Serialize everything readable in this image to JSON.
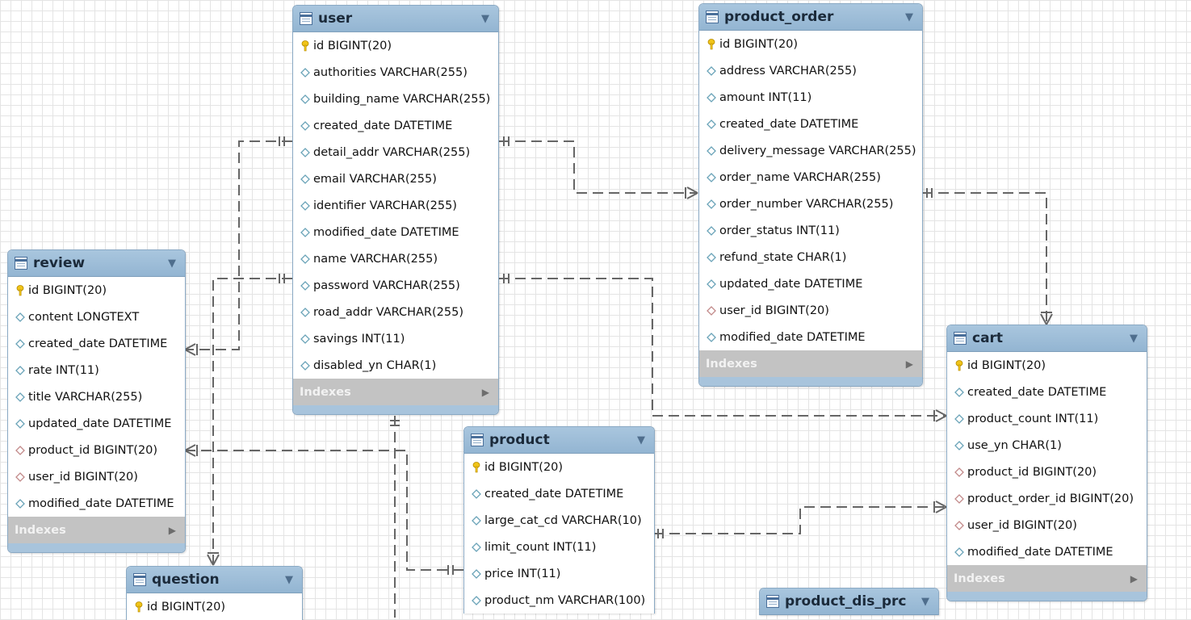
{
  "tables": [
    {
      "id": "user",
      "name": "user",
      "columns": [
        {
          "kind": "pk",
          "text": "id BIGINT(20)"
        },
        {
          "kind": "col",
          "text": "authorities VARCHAR(255)"
        },
        {
          "kind": "col",
          "text": "building_name VARCHAR(255)"
        },
        {
          "kind": "col",
          "text": "created_date DATETIME"
        },
        {
          "kind": "col",
          "text": "detail_addr VARCHAR(255)"
        },
        {
          "kind": "col",
          "text": "email VARCHAR(255)"
        },
        {
          "kind": "col",
          "text": "identifier VARCHAR(255)"
        },
        {
          "kind": "col",
          "text": "modified_date DATETIME"
        },
        {
          "kind": "col",
          "text": "name VARCHAR(255)"
        },
        {
          "kind": "col",
          "text": "password VARCHAR(255)"
        },
        {
          "kind": "col",
          "text": "road_addr VARCHAR(255)"
        },
        {
          "kind": "col",
          "text": "savings INT(11)"
        },
        {
          "kind": "col",
          "text": "disabled_yn CHAR(1)"
        }
      ],
      "indexes_label": "Indexes"
    },
    {
      "id": "product_order",
      "name": "product_order",
      "columns": [
        {
          "kind": "pk",
          "text": "id BIGINT(20)"
        },
        {
          "kind": "col",
          "text": "address VARCHAR(255)"
        },
        {
          "kind": "col",
          "text": "amount INT(11)"
        },
        {
          "kind": "col",
          "text": "created_date DATETIME"
        },
        {
          "kind": "col",
          "text": "delivery_message VARCHAR(255)"
        },
        {
          "kind": "col",
          "text": "order_name VARCHAR(255)"
        },
        {
          "kind": "col",
          "text": "order_number VARCHAR(255)"
        },
        {
          "kind": "col",
          "text": "order_status INT(11)"
        },
        {
          "kind": "col",
          "text": "refund_state CHAR(1)"
        },
        {
          "kind": "col",
          "text": "updated_date DATETIME"
        },
        {
          "kind": "fk",
          "text": "user_id BIGINT(20)"
        },
        {
          "kind": "col",
          "text": "modified_date DATETIME"
        }
      ],
      "indexes_label": "Indexes"
    },
    {
      "id": "review",
      "name": "review",
      "columns": [
        {
          "kind": "pk",
          "text": "id BIGINT(20)"
        },
        {
          "kind": "col",
          "text": "content LONGTEXT"
        },
        {
          "kind": "col",
          "text": "created_date DATETIME"
        },
        {
          "kind": "col",
          "text": "rate INT(11)"
        },
        {
          "kind": "col",
          "text": "title VARCHAR(255)"
        },
        {
          "kind": "col",
          "text": "updated_date DATETIME"
        },
        {
          "kind": "fk",
          "text": "product_id BIGINT(20)"
        },
        {
          "kind": "fk",
          "text": "user_id BIGINT(20)"
        },
        {
          "kind": "col",
          "text": "modified_date DATETIME"
        }
      ],
      "indexes_label": "Indexes"
    },
    {
      "id": "cart",
      "name": "cart",
      "columns": [
        {
          "kind": "pk",
          "text": "id BIGINT(20)"
        },
        {
          "kind": "col",
          "text": "created_date DATETIME"
        },
        {
          "kind": "col",
          "text": "product_count INT(11)"
        },
        {
          "kind": "col",
          "text": "use_yn CHAR(1)"
        },
        {
          "kind": "fk",
          "text": "product_id BIGINT(20)"
        },
        {
          "kind": "fk",
          "text": "product_order_id BIGINT(20)"
        },
        {
          "kind": "fk",
          "text": "user_id BIGINT(20)"
        },
        {
          "kind": "col",
          "text": "modified_date DATETIME"
        }
      ],
      "indexes_label": "Indexes"
    },
    {
      "id": "product",
      "name": "product",
      "columns": [
        {
          "kind": "pk",
          "text": "id BIGINT(20)"
        },
        {
          "kind": "col",
          "text": "created_date DATETIME"
        },
        {
          "kind": "col",
          "text": "large_cat_cd VARCHAR(10)"
        },
        {
          "kind": "col",
          "text": "limit_count INT(11)"
        },
        {
          "kind": "col",
          "text": "price INT(11)"
        },
        {
          "kind": "col",
          "text": "product_nm VARCHAR(100)"
        }
      ]
    },
    {
      "id": "question",
      "name": "question",
      "columns": [
        {
          "kind": "pk",
          "text": "id BIGINT(20)"
        }
      ]
    },
    {
      "id": "product_dis_prc",
      "name": "product_dis_prc",
      "columns": []
    }
  ],
  "relationships": [
    {
      "from": "user",
      "to": "product_order",
      "cardinality": "one-to-many"
    },
    {
      "from": "user",
      "to": "review",
      "cardinality": "one-to-many"
    },
    {
      "from": "user",
      "to": "question",
      "cardinality": "one-to-many"
    },
    {
      "from": "user",
      "to": "cart",
      "cardinality": "one-to-many"
    },
    {
      "from": "product_order",
      "to": "cart",
      "cardinality": "one-to-many"
    },
    {
      "from": "product",
      "to": "review",
      "cardinality": "one-to-many"
    },
    {
      "from": "product",
      "to": "cart",
      "cardinality": "one-to-many"
    }
  ],
  "colors": {
    "header": "#9dbdd8",
    "connector": "#666666",
    "pk_key": "#e6b800",
    "column_diamond": "#6aa3b8",
    "fk_diamond": "#c28a8a",
    "indexes_bar": "#c3c3c3"
  }
}
